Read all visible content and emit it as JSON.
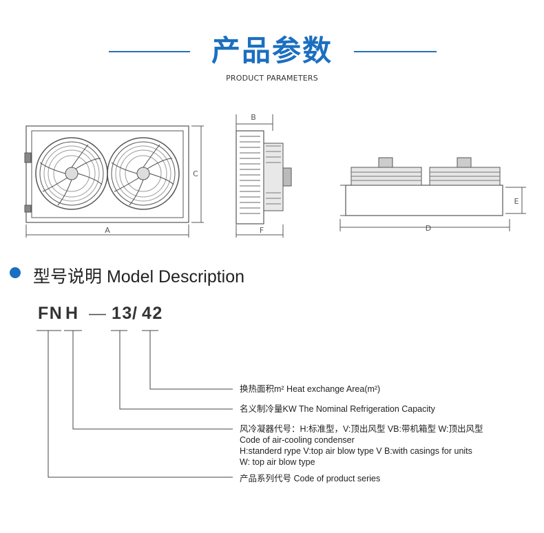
{
  "header": {
    "title": "产品参数",
    "subtitle": "PRODUCT PARAMETERS"
  },
  "drawing_labels": {
    "a": "A",
    "b": "B",
    "c": "C",
    "d": "D",
    "e": "E",
    "f": "F"
  },
  "model_section": {
    "title": "型号说明 Model Description",
    "code": {
      "series": "FN",
      "type": "H",
      "dash": "—",
      "capacity": "13",
      "slash": "/",
      "area": "42"
    },
    "descriptions": {
      "area": "换热面积m² Heat exchange  Area(m²)",
      "capacity": "名义制冷量KW    The Nominal Refrigeration Capacity",
      "type_cn": "风冷凝器代号：H:标准型，V:顶出风型 VB:带机箱型 W:顶出风型",
      "type_en1": "Code of air-cooling condenser",
      "type_en2": "H:standerd rype V:top air blow type V B:with casings for units",
      "type_en3": "W: top air blow type",
      "series": "产品系列代号 Code of product series"
    }
  }
}
